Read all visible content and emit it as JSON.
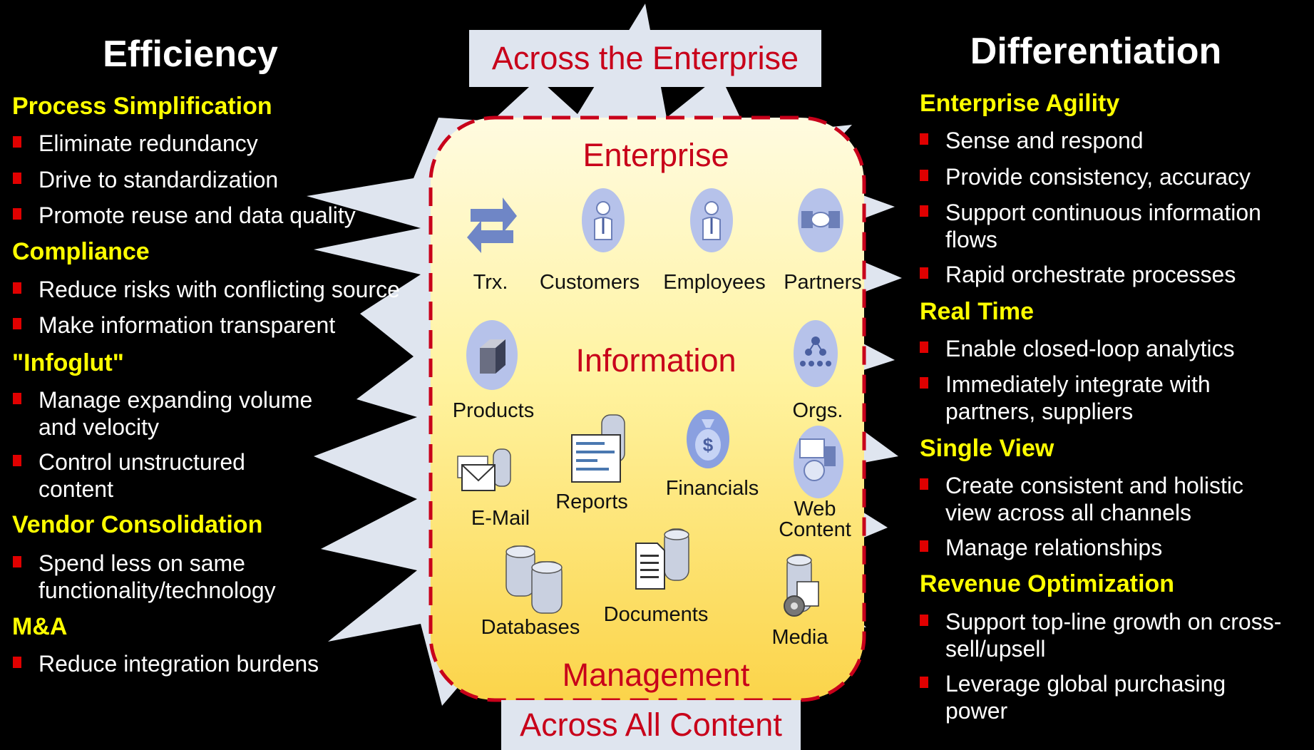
{
  "left": {
    "heading": "Efficiency",
    "sections": [
      {
        "title": "Process Simplification",
        "items": [
          "Eliminate redundancy",
          "Drive to standardization",
          "Promote reuse and data quality"
        ]
      },
      {
        "title": "Compliance",
        "items": [
          "Reduce risks with conflicting source",
          "Make information transparent"
        ]
      },
      {
        "title": "\"Infoglut\"",
        "items": [
          "Manage expanding volume and velocity",
          "Control unstructured content"
        ]
      },
      {
        "title": "Vendor Consolidation",
        "items": [
          "Spend less on same functionality/technology"
        ]
      },
      {
        "title": "M&A",
        "items": [
          "Reduce integration burdens"
        ]
      }
    ]
  },
  "right": {
    "heading": "Differentiation",
    "sections": [
      {
        "title": "Enterprise Agility",
        "items": [
          "Sense and respond",
          "Provide consistency, accuracy",
          "Support continuous information flows",
          "Rapid orchestrate processes"
        ]
      },
      {
        "title": "Real Time",
        "items": [
          "Enable closed-loop analytics",
          "Immediately integrate with partners, suppliers"
        ]
      },
      {
        "title": "Single View",
        "items": [
          "Create consistent and holistic view across all channels",
          "Manage relationships"
        ]
      },
      {
        "title": "Revenue Optimization",
        "items": [
          "Support top-line growth on cross-sell/upsell",
          "Leverage global purchasing power"
        ]
      }
    ]
  },
  "center": {
    "top_banner": "Across the Enterprise",
    "bottom_banner": "Across All Content",
    "title_top": "Enterprise",
    "title_middle": "Information",
    "title_bottom": "Management",
    "labels": {
      "trx": "Trx.",
      "customers": "Customers",
      "employees": "Employees",
      "partners": "Partners",
      "products": "Products",
      "orgs": "Orgs.",
      "email": "E-Mail",
      "reports": "Reports",
      "financials": "Financials",
      "web_content_1": "Web",
      "web_content_2": "Content",
      "databases": "Databases",
      "documents": "Documents",
      "media": "Media"
    }
  },
  "colors": {
    "background": "#000000",
    "section_title": "#ffff00",
    "bullet": "#e00000",
    "banner_text": "#c8001a",
    "burst": "#dfe5ef",
    "panel_border": "#c8001a"
  }
}
